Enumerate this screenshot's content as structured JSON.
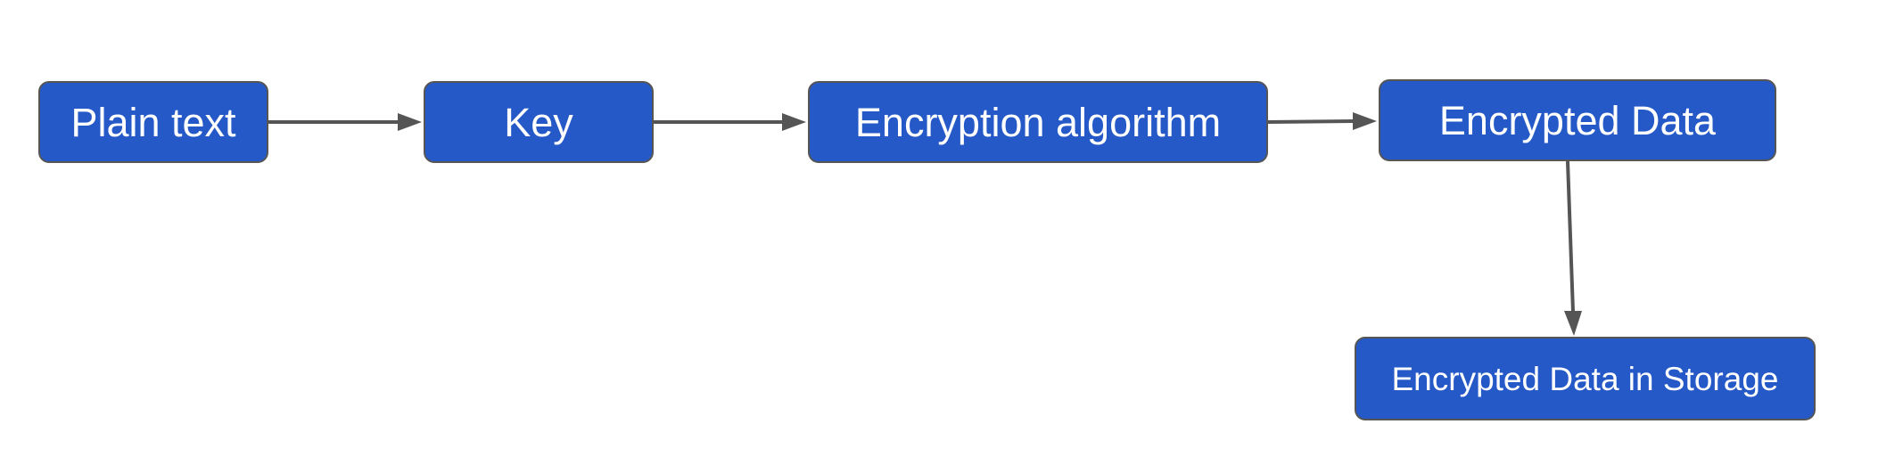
{
  "diagram": {
    "nodes": [
      {
        "id": "plain-text",
        "label": "Plain text"
      },
      {
        "id": "key",
        "label": "Key"
      },
      {
        "id": "encryption-algorithm",
        "label": "Encryption algorithm"
      },
      {
        "id": "encrypted-data",
        "label": "Encrypted Data"
      },
      {
        "id": "encrypted-data-in-storage",
        "label": "Encrypted Data in Storage"
      }
    ],
    "edges": [
      {
        "from": "plain-text",
        "to": "key"
      },
      {
        "from": "key",
        "to": "encryption-algorithm"
      },
      {
        "from": "encryption-algorithm",
        "to": "encrypted-data"
      },
      {
        "from": "encrypted-data",
        "to": "encrypted-data-in-storage"
      }
    ]
  },
  "colors": {
    "node_fill": "#2659C8",
    "node_border": "#555555",
    "connector": "#555555",
    "text": "#ffffff",
    "background": "#ffffff"
  }
}
